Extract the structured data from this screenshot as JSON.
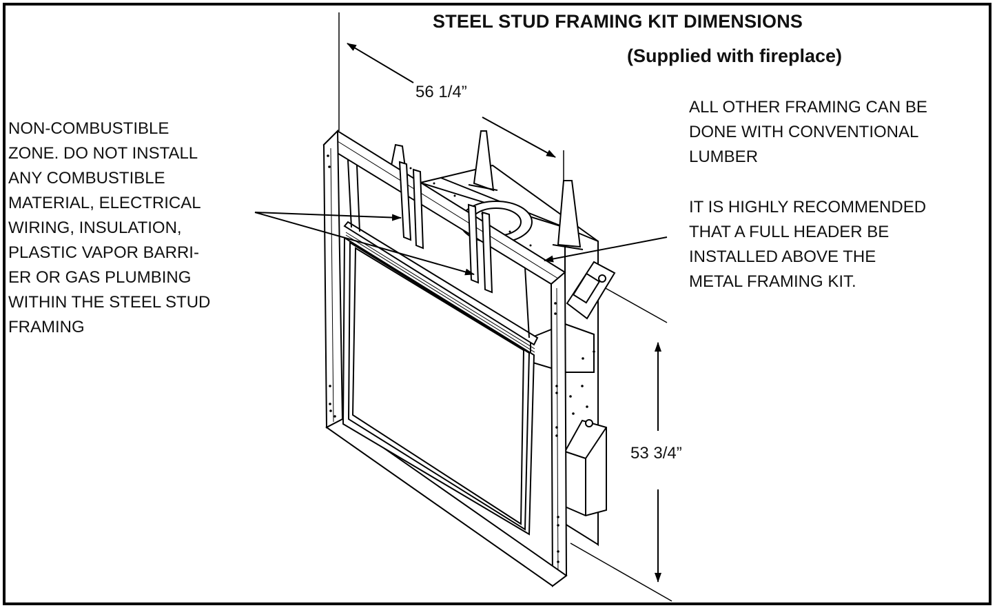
{
  "title": "STEEL STUD FRAMING KIT DIMENSIONS",
  "subtitle": "(Supplied with fireplace)",
  "dimensions": {
    "width": "56 1/4”",
    "height": "53 3/4”"
  },
  "notes": {
    "left": "NON-COMBUSTIBLE\nZONE. DO NOT INSTALL\nANY COMBUSTIBLE\nMATERIAL, ELECTRICAL\nWIRING, INSULATION,\nPLASTIC VAPOR BARRI-\nER OR GAS PLUMBING\nWITHIN THE STEEL STUD\nFRAMING",
    "right_top": "ALL OTHER FRAMING CAN BE\nDONE WITH CONVENTIONAL\nLUMBER",
    "right_bottom": "IT IS HIGHLY RECOMMENDED\nTHAT A FULL HEADER BE\nINSTALLED ABOVE THE\nMETAL FRAMING KIT."
  }
}
